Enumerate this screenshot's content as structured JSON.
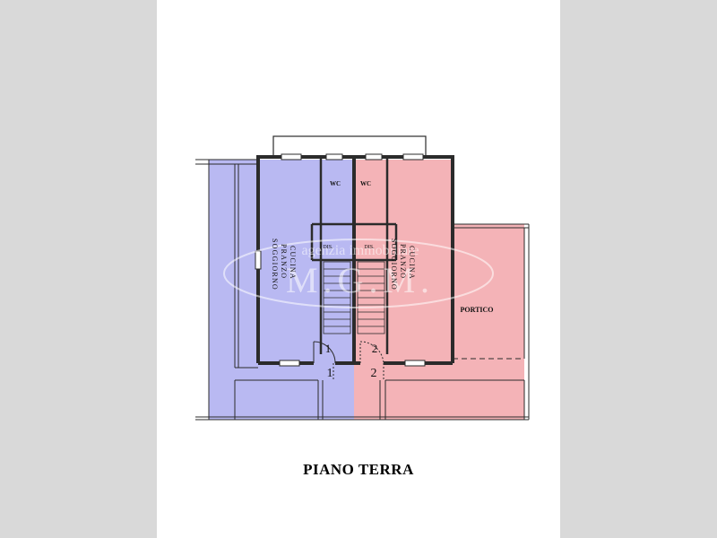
{
  "caption": "PIANO TERRA",
  "watermark": {
    "brand": "M.G.M.",
    "tagline": "agenzia immobiliare"
  },
  "units": [
    {
      "number": "1",
      "fill": "#b9b9f2",
      "rooms": {
        "wc": "WC",
        "dis": "DIS.",
        "living": "SOGGIORNO",
        "dining": "PRANZO",
        "kitchen": "CUCINA"
      }
    },
    {
      "number": "2",
      "fill": "#f4b3b7",
      "rooms": {
        "wc": "WC",
        "dis": "DIS.",
        "living": "SOGGIORNO",
        "dining": "PRANZO",
        "kitchen": "CUCINA"
      }
    }
  ],
  "portico": "PORTICO",
  "colors": {
    "unit1": "#b9b9f2",
    "unit2": "#f4b3b7",
    "wall": "#2b2b2b",
    "background": "#d9d9d9"
  }
}
